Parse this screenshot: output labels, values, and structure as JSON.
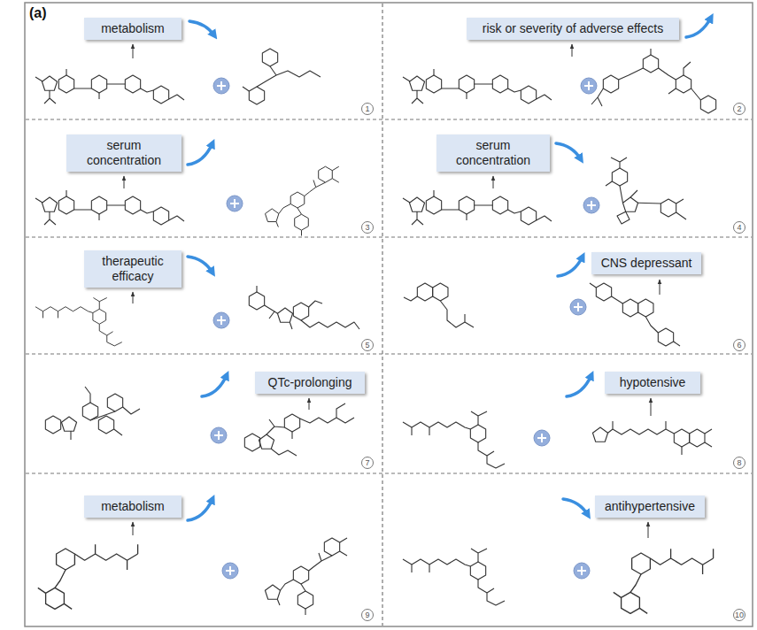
{
  "diagram": {
    "nodes": [
      {
        "text": [
          "metabolism"
        ]
      },
      {
        "text": [
          "risk or severity of adverse effects"
        ]
      },
      {
        "text": [
          "serum concentration"
        ]
      },
      {
        "text": [
          "serum concentration"
        ]
      },
      {
        "text": [
          "therapeutic efficacy"
        ]
      },
      {
        "text": [
          "CNS depressant"
        ]
      },
      {
        "text": [
          "QTc-prolonging"
        ]
      },
      {
        "text": [
          "hypotensive"
        ]
      },
      {
        "text": [
          "metabolism"
        ]
      },
      {
        "text": [
          "antihypertensive"
        ]
      }
    ],
    "labels": [
      "(a)",
      "1",
      "2",
      "3",
      "4",
      "5",
      "6",
      "7",
      "8",
      "9",
      "10"
    ]
  }
}
